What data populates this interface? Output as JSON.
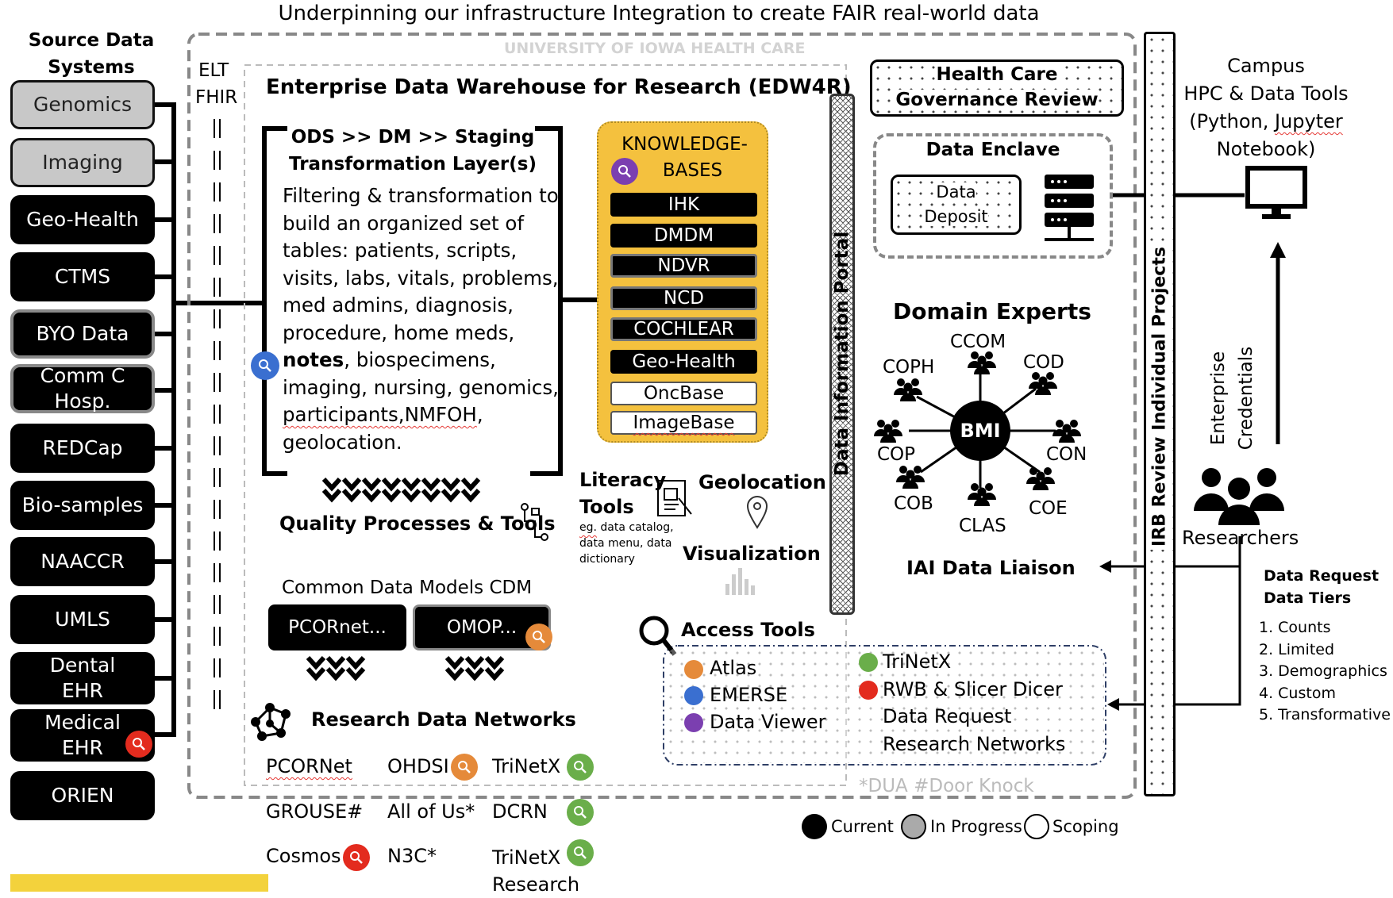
{
  "title": "Underpinning our infrastructure Integration to create FAIR real-world data",
  "source_header": "Source Data Systems",
  "sources": [
    "Genomics",
    "Imaging",
    "Geo-Health",
    "CTMS",
    "BYO Data",
    "Comm C Hosp.",
    "REDCap",
    "Bio-samples",
    "NAACCR",
    "UMLS",
    "Dental EHR",
    "Medical EHR",
    "ORIEN"
  ],
  "elt": "ELT",
  "fhir": "FHIR",
  "uiowa": "UNIVERSITY OF IOWA  HEALTH CARE",
  "edw_title": "Enterprise Data Warehouse for Research (EDW4R)",
  "ods_title_1": "ODS >> DM >> Staging",
  "ods_title_2": "Transformation Layer(s)",
  "ods_lines": [
    "Filtering & transformation to",
    "build an organized set of",
    "tables: patients, scripts,",
    "visits, labs, vitals, problems,",
    "med admins, diagnosis,",
    "procedure, home meds,"
  ],
  "ods_notes": "notes",
  "ods_notes_rest": ", biospecimens,",
  "ods_lines2": [
    "imaging, nursing, genomics,"
  ],
  "ods_participants": "participants,NMFOH",
  "ods_participants_rest": ",",
  "ods_last": "geolocation.",
  "kb_title_1": "KNOWLEDGE-",
  "kb_title_2": "BASES",
  "knowledge_bases": [
    "IHK",
    "DMDM",
    "NDVR",
    "NCD",
    "COCHLEAR",
    "Geo-Health",
    "OncBase",
    "ImageBase"
  ],
  "quality": "Quality Processes & Tools",
  "literacy_1": "Literacy",
  "literacy_2": "Tools",
  "literacy_note_1": "eg. data catalog,",
  "literacy_note_2": "data menu, data",
  "literacy_note_3": "dictionary",
  "geolocation": "Geolocation",
  "visualization": "Visualization",
  "portal": "Data Information Portal",
  "cdm_title": "Common Data Models CDM",
  "cdm": [
    "PCORnet...",
    "OMOP..."
  ],
  "rdn_title": "Research Data Networks",
  "networks": {
    "pcornet": "PCORNet",
    "ohdsi": "OHDSI",
    "trinetx1": "TriNetX",
    "grouse": "GROUSE#",
    "allofus": "All of Us*",
    "dcrn": "DCRN",
    "cosmos": "Cosmos",
    "n3c": "N3C*",
    "trinetx2": "TriNetX",
    "research": "Research"
  },
  "governance_1": "Health Care",
  "governance_2": "Governance Review",
  "enclave_title": "Data Enclave",
  "deposit_1": "Data",
  "deposit_2": "Deposit",
  "domain_experts": "Domain Experts",
  "bmi": "BMI",
  "experts": [
    "CCOM",
    "COPH",
    "COD",
    "COP",
    "CON",
    "COB",
    "CLAS",
    "COE"
  ],
  "liaison": "IAI Data Liaison",
  "access_title": "Access Tools",
  "access_left": [
    "Atlas",
    "EMERSE",
    "Data Viewer"
  ],
  "access_right": [
    "TriNetX",
    "RWB & Slicer Dicer",
    "Data Request",
    "Research Networks"
  ],
  "footnote": "*DUA   #Door Knock",
  "irb": "IRB Review  Individual Projects",
  "campus_1": "Campus",
  "campus_2": "HPC & Data Tools",
  "campus_3a": "(Python, ",
  "campus_3b": "Jupyter",
  "campus_4": "Notebook)",
  "credentials_1": "Enterprise",
  "credentials_2": "Credentials",
  "researchers": "Researchers",
  "request_1": "Data Request",
  "request_2": "Data Tiers",
  "tiers": [
    "1. Counts",
    "2. Limited",
    "3. Demographics",
    "4. Custom",
    "5. Transformative"
  ],
  "legend": [
    "Current",
    "In Progress",
    "Scoping"
  ],
  "colors": {
    "orange": "#e58a3a",
    "blue": "#3a6fd0",
    "purple": "#7b3fb0",
    "green": "#6aae4a",
    "red": "#e32b1e",
    "yellow": "#f3c23c",
    "kb_bg": "#f4c13e"
  }
}
